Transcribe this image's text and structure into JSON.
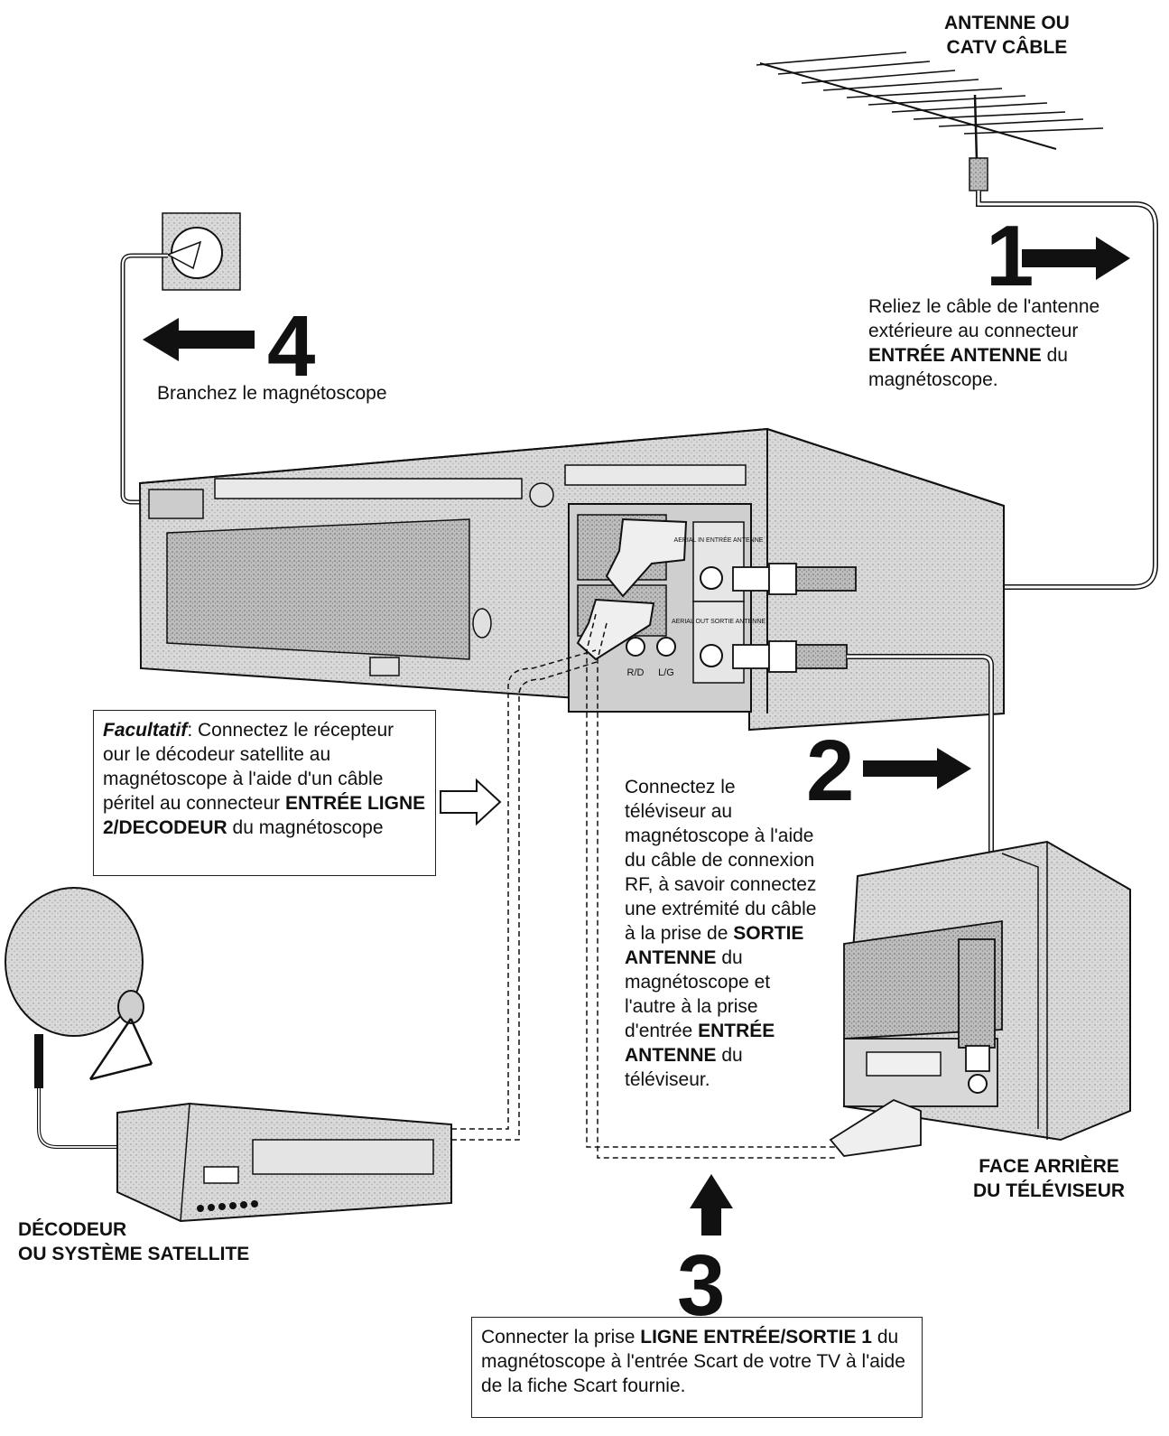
{
  "labels": {
    "antenna_line1": "ANTENNE OU",
    "antenna_line2": "CATV CÂBLE",
    "decoder_line1": "DÉCODEUR",
    "decoder_line2": "OU SYSTÈME SATELLITE",
    "tv_back_line1": "FACE ARRIÈRE",
    "tv_back_line2": "DU TÉLÉVISEUR"
  },
  "panel_labels": {
    "aerial_in": "AERIAL IN ENTRÉE ANTENNE",
    "aerial_out": "AERIAL OUT SORTIE ANTENNE",
    "audio_right": "R/D",
    "audio_left": "L/G"
  },
  "steps": {
    "step1": {
      "number": "1",
      "text_a": "Reliez le câble de l'antenne extérieure au connecteur ",
      "text_bold": "ENTRÉE ANTENNE",
      "text_b": " du magnétoscope."
    },
    "step2": {
      "number": "2",
      "text_a": "Connectez le téléviseur au magnétoscope à l'aide du câble de connexion RF, à savoir connectez une extrémité du câble à la prise de ",
      "text_bold1": "SORTIE ANTENNE",
      "text_b": " du magnétoscope et l'autre à la prise d'entrée ",
      "text_bold2": "ENTRÉE ANTENNE",
      "text_c": " du téléviseur."
    },
    "step3": {
      "number": "3",
      "text_a": "Connecter la prise ",
      "text_bold": "LIGNE ENTRÉE/SORTIE 1",
      "text_b": " du magnétoscope à l'entrée Scart de votre TV à l'aide de la fiche Scart fournie."
    },
    "step4": {
      "number": "4",
      "text": "Branchez le magnétoscope"
    }
  },
  "optional": {
    "title": "Facultatif",
    "text_a": ": Connectez le récepteur our le décodeur satellite au magnétoscope à l'aide d'un câble péritel au connecteur ",
    "text_bold": "ENTRÉE LIGNE 2/DECODEUR",
    "text_b": " du magnétoscope"
  },
  "colors": {
    "ink": "#111111",
    "device_fill": "#d6d6d6",
    "device_shade": "#bdbdbd",
    "panel_fill": "#e6e6e6",
    "paper": "#ffffff"
  },
  "icons": {
    "antenna": "yagi-antenna-icon",
    "outlet": "wall-outlet-icon",
    "vcr": "vcr-back-panel-illustration",
    "dish": "satellite-dish-icon",
    "decoder": "decoder-box-icon",
    "tv": "tv-back-illustration",
    "arrow": "arrow-icon"
  }
}
